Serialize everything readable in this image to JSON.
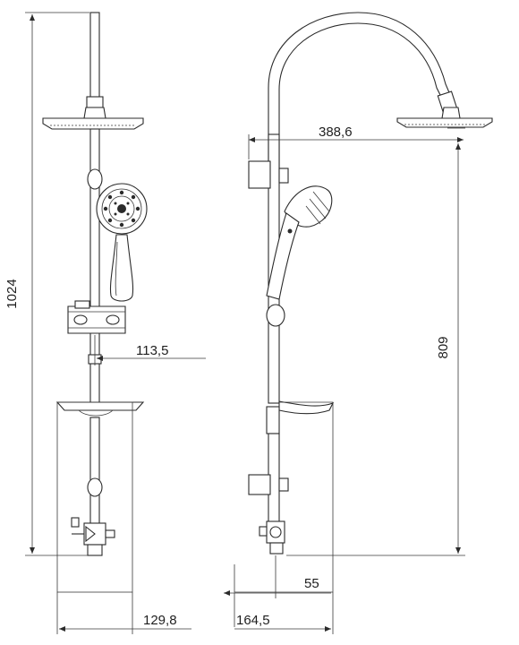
{
  "dimensions": {
    "total_height": "1024",
    "slide_rail_offset": "113,5",
    "overhead_reach": "388,6",
    "rail_height": "809",
    "wall_offset": "55",
    "front_depth": "129,8",
    "side_depth": "164,5"
  },
  "colors": {
    "line": "#2b2b2b",
    "background": "#ffffff"
  }
}
